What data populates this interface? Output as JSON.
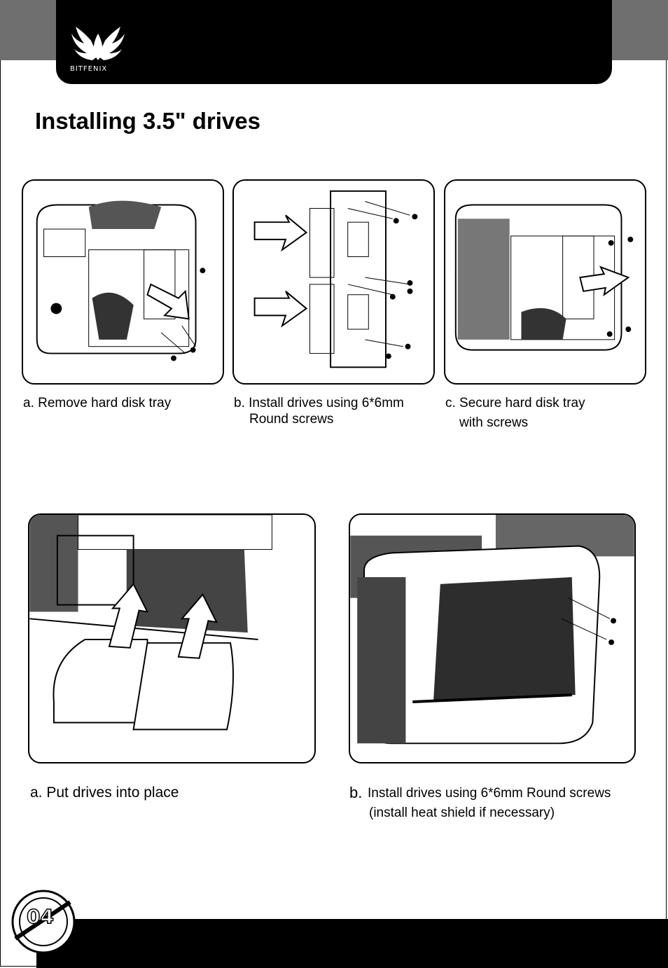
{
  "brand": {
    "logo_text": "BITFENIX",
    "logo_icon": "bitfenix-wings-icon"
  },
  "page_title": "Installing 3.5\" drives",
  "row1": {
    "steps": [
      {
        "caption": "a. Remove hard disk tray",
        "icon": "hard-disk-tray-removal-illustration"
      },
      {
        "caption_line1": "b. Install drives using 6*6mm",
        "caption_line2": "Round screws",
        "icon": "drive-mounting-illustration"
      },
      {
        "caption_line1": "c. Secure hard disk tray",
        "caption_line2": "with screws",
        "icon": "tray-secure-illustration"
      }
    ]
  },
  "row2": {
    "steps": [
      {
        "caption": "a. Put drives into place",
        "icon": "drives-placement-illustration"
      },
      {
        "caption_prefix": "b.",
        "caption_line1": "Install drives using 6*6mm Round screws",
        "caption_line2": "(install heat shield if necessary)",
        "icon": "bottom-drive-screws-illustration"
      }
    ]
  },
  "page_number": "04"
}
